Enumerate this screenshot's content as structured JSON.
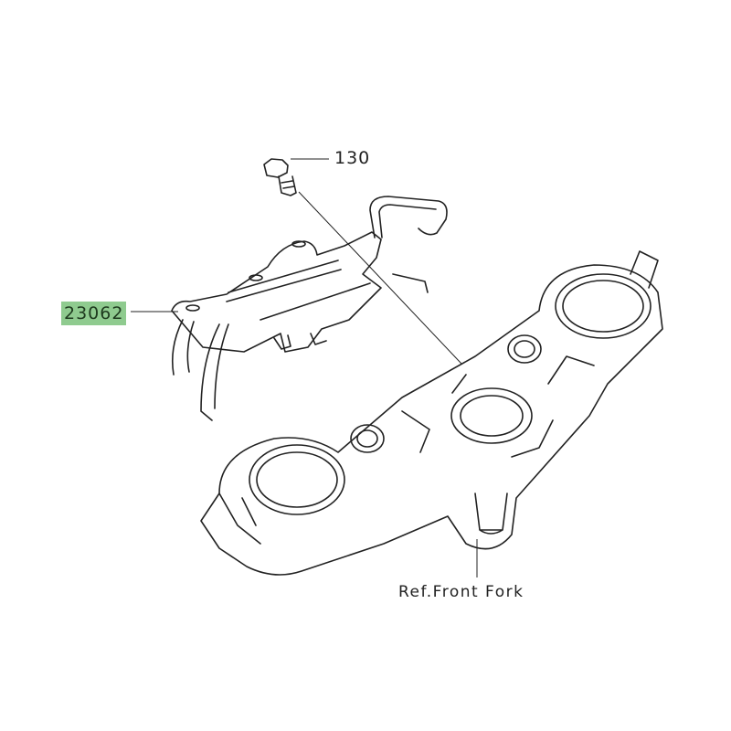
{
  "parts": [
    {
      "number": "23062",
      "highlighted": true,
      "highlight_color": "#8fcb8f"
    },
    {
      "number": "130",
      "highlighted": false
    }
  ],
  "reference_label": "Ref.Front Fork"
}
